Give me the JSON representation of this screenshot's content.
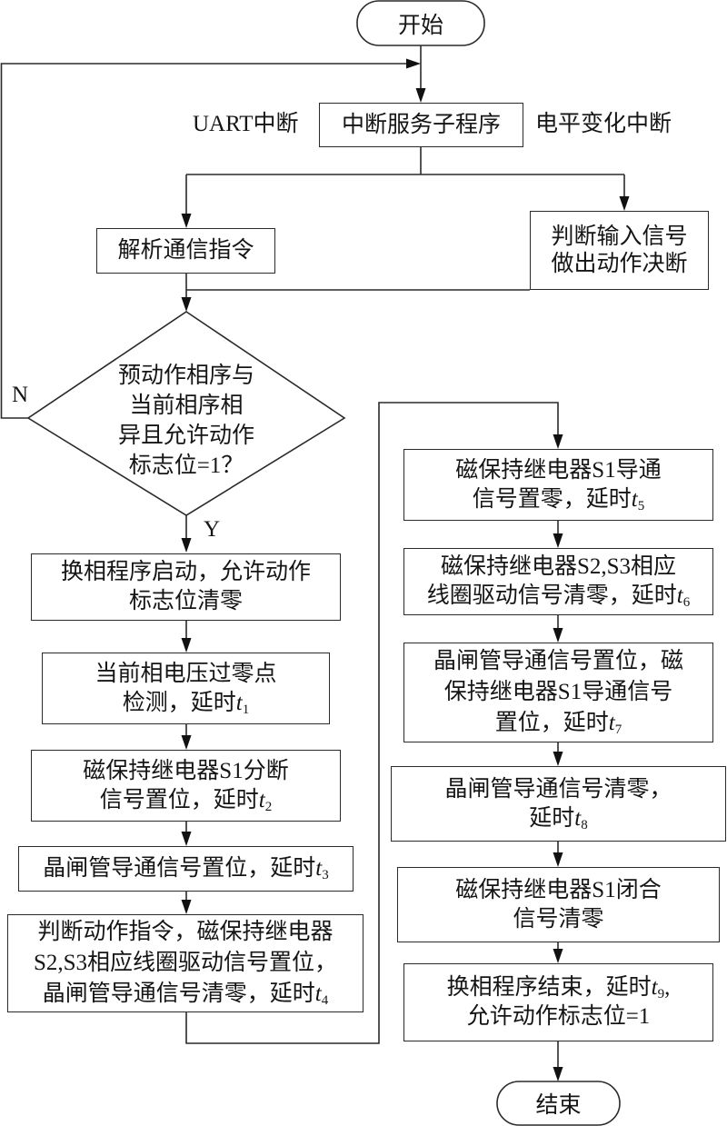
{
  "start": {
    "label": "开始"
  },
  "end": {
    "label": "结束"
  },
  "isr": {
    "label": "中断服务子程序"
  },
  "uart_label": "UART中断",
  "level_label": "电平变化中断",
  "parse": {
    "label": "解析通信指令"
  },
  "judge_input": {
    "lines": [
      "判断输入信号",
      "做出动作决断"
    ]
  },
  "decision": {
    "lines": [
      "预动作相序与",
      "当前相序相",
      "异且允许动作",
      "标志位=1？"
    ],
    "no_label": "N",
    "yes_label": "Y"
  },
  "steps_left": [
    {
      "lines": [
        {
          "text": "换相程序启动，允许动作"
        },
        {
          "text": "标志位清零"
        }
      ]
    },
    {
      "lines": [
        {
          "text": "当前相电压过零点"
        },
        {
          "text": "检测，延时",
          "var": "t",
          "sub": "1"
        }
      ]
    },
    {
      "lines": [
        {
          "text": "磁保持继电器S1分断"
        },
        {
          "text": "信号置位，延时",
          "var": "t",
          "sub": "2"
        }
      ]
    },
    {
      "lines": [
        {
          "text": "晶闸管导通信号置位，延时",
          "var": "t",
          "sub": "3"
        }
      ]
    },
    {
      "lines": [
        {
          "text": "判断动作指令，磁保持继电器"
        },
        {
          "text": "S2,S3相应线圈驱动信号置位，"
        },
        {
          "text": "晶闸管导通信号清零，延时",
          "var": "t",
          "sub": "4"
        }
      ]
    }
  ],
  "steps_right": [
    {
      "lines": [
        {
          "text": "磁保持继电器S1导通"
        },
        {
          "text": "信号置零，延时",
          "var": "t",
          "sub": "5"
        }
      ]
    },
    {
      "lines": [
        {
          "text": "磁保持继电器S2,S3相应"
        },
        {
          "text": "线圈驱动信号清零，延时",
          "var": "t",
          "sub": "6"
        }
      ]
    },
    {
      "lines": [
        {
          "text": "晶闸管导通信号置位，磁"
        },
        {
          "text": "保持继电器S1导通信号"
        },
        {
          "text": "置位，延时",
          "var": "t",
          "sub": "7"
        }
      ]
    },
    {
      "lines": [
        {
          "text": "晶闸管导通信号清零，"
        },
        {
          "text": "延时",
          "var": "t",
          "sub": "8"
        }
      ]
    },
    {
      "lines": [
        {
          "text": "磁保持继电器S1闭合"
        },
        {
          "text": "信号清零"
        }
      ]
    },
    {
      "lines": [
        {
          "text": "换相程序结束，延时",
          "var": "t",
          "sub": "9",
          "after": ","
        },
        {
          "text": "允许动作标志位=1"
        }
      ]
    }
  ]
}
